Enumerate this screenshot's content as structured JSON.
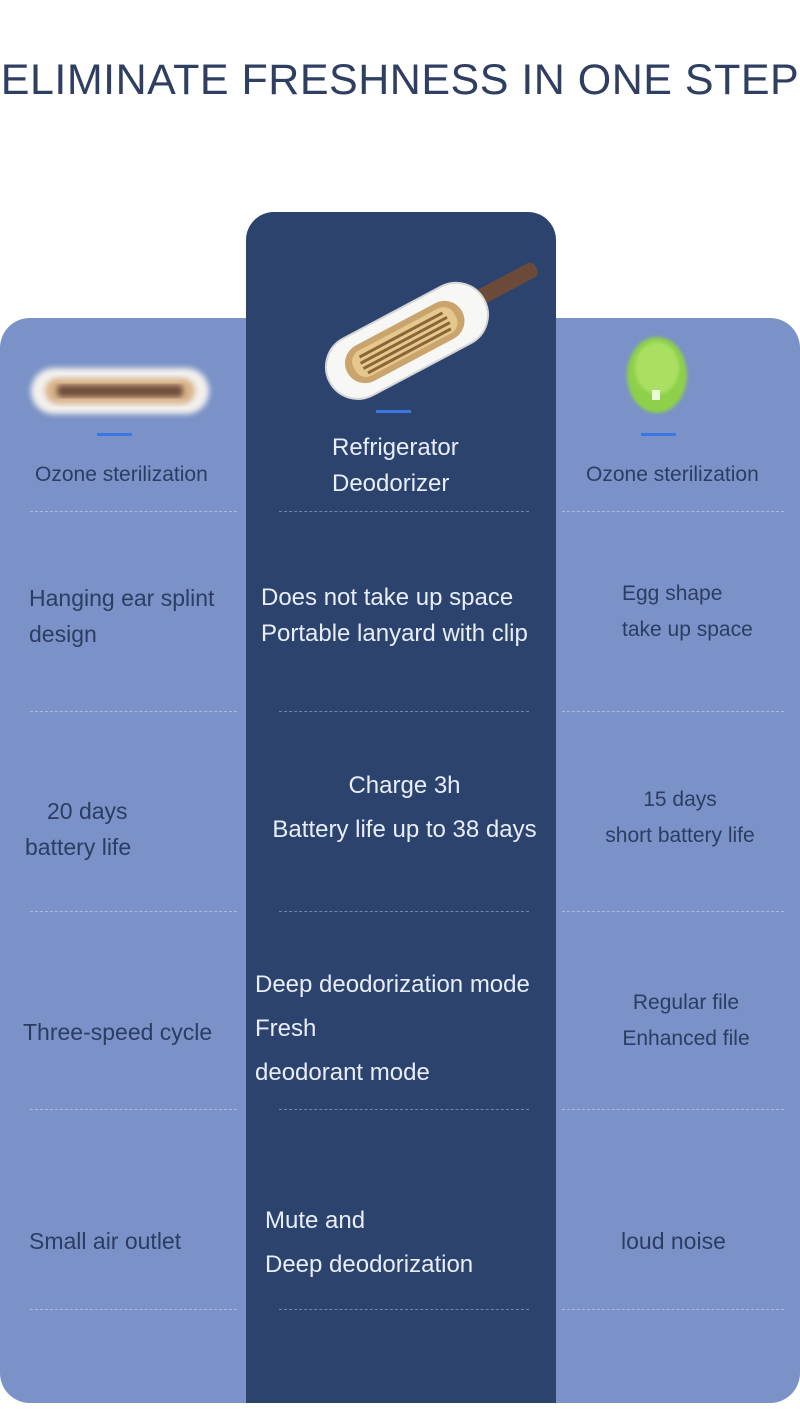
{
  "title": "ELIMINATE FRESHNESS IN ONE STEP",
  "colors": {
    "side_panel": "#7a92c7",
    "center_panel": "#2c436e",
    "accent_line": "#3a77e0",
    "title_text": "#2f3f61"
  },
  "columns": {
    "left": {
      "product_icon": "bar-deodorizer-icon",
      "heading": "Ozone sterilization",
      "rows": [
        [
          "Hanging ear splint",
          "design"
        ],
        [
          "20 days",
          "battery life"
        ],
        [
          "Three-speed cycle"
        ],
        [
          "Small air outlet"
        ]
      ]
    },
    "center": {
      "product_icon": "refrigerator-deodorizer-icon",
      "heading": [
        "Refrigerator",
        "Deodorizer"
      ],
      "rows": [
        [
          "Does not take up space",
          "Portable lanyard with clip"
        ],
        [
          "Charge 3h",
          "Battery life up to 38 days"
        ],
        [
          "Deep deodorization mode",
          "Fresh",
          "deodorant mode"
        ],
        [
          "Mute and",
          "Deep deodorization"
        ]
      ]
    },
    "right": {
      "product_icon": "egg-deodorizer-icon",
      "heading": "Ozone sterilization",
      "rows": [
        [
          "Egg shape",
          "take up space"
        ],
        [
          "15 days",
          "short battery life"
        ],
        [
          "Regular file",
          "Enhanced file"
        ],
        [
          "loud noise"
        ]
      ]
    }
  }
}
